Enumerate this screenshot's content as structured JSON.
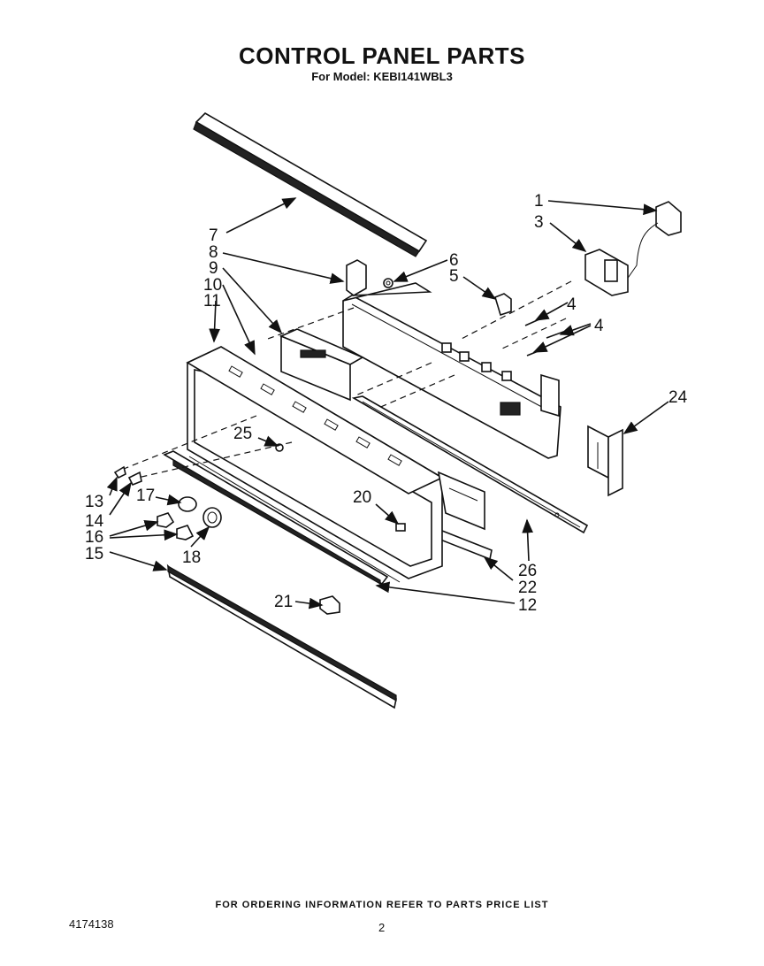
{
  "title": "CONTROL PANEL PARTS",
  "subtitle": "For Model: KEBI141WBL3",
  "footer_note": "FOR ORDERING INFORMATION REFER TO PARTS PRICE LIST",
  "document_number": "4174138",
  "page_number": "2",
  "callouts": {
    "c1": "1",
    "c3": "3",
    "c4a": "4",
    "c4b": "4",
    "c5": "5",
    "c6": "6",
    "c7": "7",
    "c8": "8",
    "c9": "9",
    "c10": "10",
    "c11": "11",
    "c12": "12",
    "c13": "13",
    "c14": "14",
    "c15": "15",
    "c16": "16",
    "c17": "17",
    "c18": "18",
    "c20": "20",
    "c21": "21",
    "c22": "22",
    "c24": "24",
    "c25": "25",
    "c26": "26"
  }
}
